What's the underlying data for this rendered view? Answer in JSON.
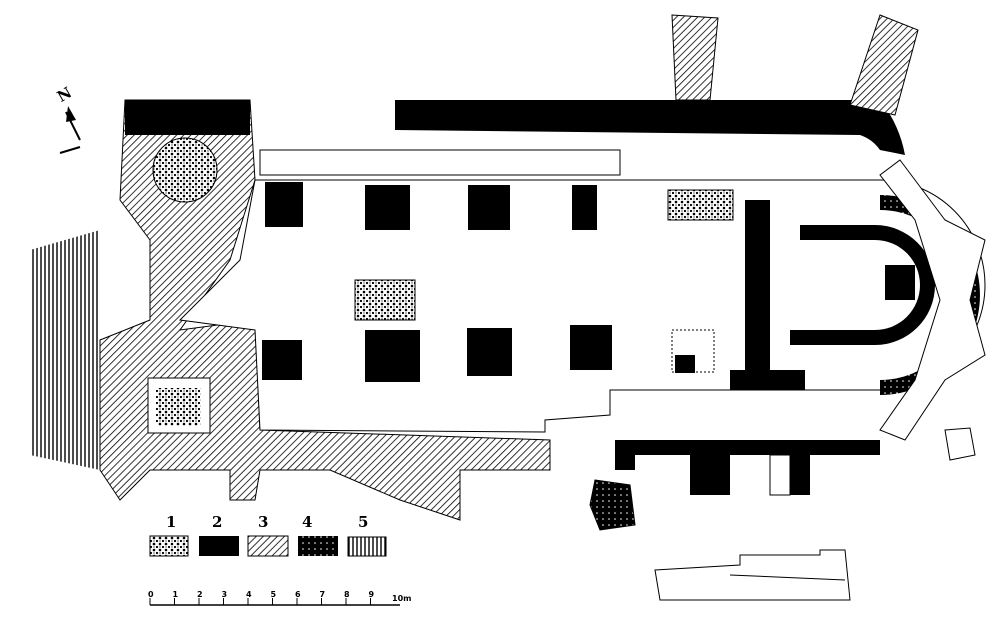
{
  "north_label": "N",
  "legend": [
    {
      "label": "1",
      "pattern": "stipple"
    },
    {
      "label": "2",
      "pattern": "solid"
    },
    {
      "label": "3",
      "pattern": "hatch"
    },
    {
      "label": "4",
      "pattern": "dark-speckle"
    },
    {
      "label": "5",
      "pattern": "vertical-lines"
    }
  ],
  "scale": {
    "ticks": [
      "0",
      "1",
      "2",
      "3",
      "4",
      "5",
      "6",
      "7",
      "8",
      "9"
    ],
    "end_label": "10m"
  },
  "colors": {
    "ink": "#000000",
    "paper": "#ffffff"
  }
}
